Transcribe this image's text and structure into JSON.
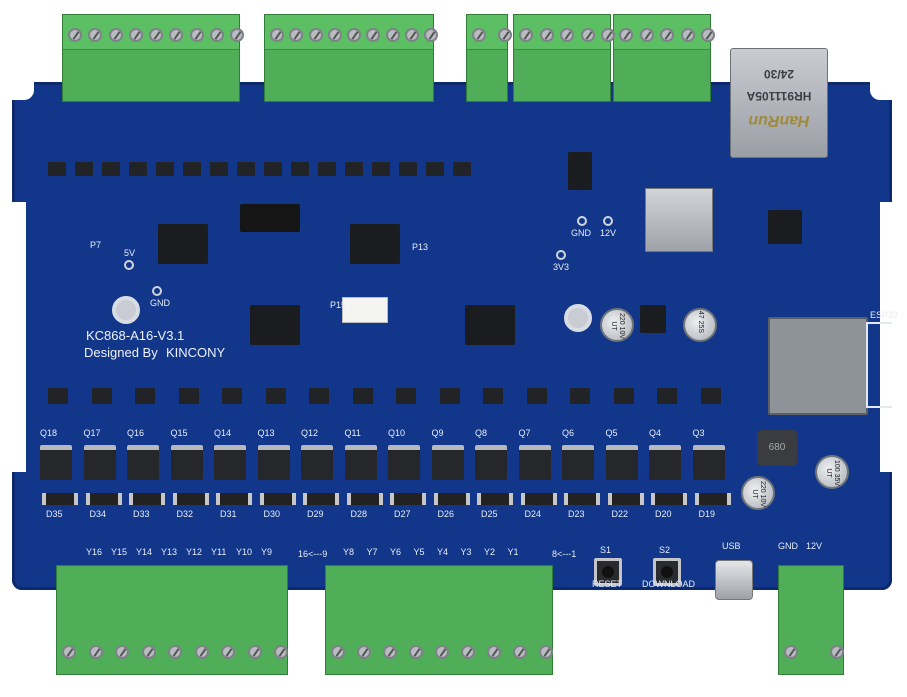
{
  "board": {
    "model": "KC868-A16-V3.1",
    "designer_line": "Designed By",
    "brand": "KINCONY",
    "colors": {
      "pcb": "#12378a",
      "terminal": "#4fae57",
      "silkscreen": "#eef1f7"
    }
  },
  "labels": {
    "power_5v": "5V",
    "gnd_left": "GND",
    "gnd_right": "GND",
    "power_12v": "12V",
    "power_3v3": "3V3",
    "esp32": "ESP32",
    "reset_ref": "S1",
    "reset": "RESET",
    "download_ref": "S2",
    "download": "DOWNLOAD",
    "usb": "USB",
    "gnd_power_input": "GND",
    "v12_power_input": "12V",
    "output_range_left": "16<---9",
    "output_range_right": "8<---1",
    "p7": "P7",
    "p13": "P13",
    "p15": "P15"
  },
  "rj45": {
    "brand": "HanRun",
    "part": "HR911105A",
    "date": "24/30"
  },
  "capacitors": [
    {
      "id": "C3",
      "text": "220 10V UT"
    },
    {
      "id": "C1",
      "text": "47 25S"
    },
    {
      "id": "C9",
      "text": "100 35V UT"
    },
    {
      "id": "C4",
      "text": "220 10V UT"
    }
  ],
  "inductor": {
    "value": "680"
  },
  "outputs_left": [
    "Y16",
    "Y15",
    "Y14",
    "Y13",
    "Y12",
    "Y11",
    "Y10",
    "Y9"
  ],
  "outputs_right": [
    "Y8",
    "Y7",
    "Y6",
    "Y5",
    "Y4",
    "Y3",
    "Y2",
    "Y1"
  ],
  "diodes_row": [
    "D35",
    "D34",
    "D33",
    "D32",
    "D31",
    "D30",
    "D29",
    "D28",
    "D27",
    "D26",
    "D25",
    "D24",
    "D23",
    "D22",
    "D20",
    "D19"
  ],
  "mosfets_row": [
    "Q18",
    "Q17",
    "Q16",
    "Q15",
    "Q14",
    "Q13",
    "Q12",
    "Q11",
    "Q10",
    "Q9",
    "Q8",
    "Q7",
    "Q6",
    "Q5",
    "Q4",
    "Q3"
  ]
}
